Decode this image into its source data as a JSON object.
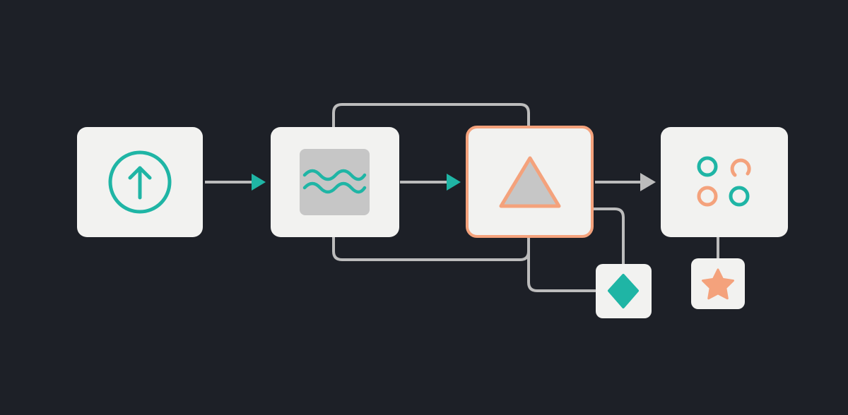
{
  "colors": {
    "background": "#1d2027",
    "card": "#f2f2f0",
    "teal": "#1fb5a5",
    "orange": "#f4a27c",
    "connector": "#bcbcbc",
    "gray_fill": "#c6c6c6"
  },
  "nodes": [
    {
      "id": "upload-node",
      "icon": "arrow-up-circle-icon",
      "accent": "teal"
    },
    {
      "id": "wave-node",
      "icon": "waves-icon",
      "accent": "teal"
    },
    {
      "id": "triangle-node",
      "icon": "triangle-icon",
      "accent": "orange",
      "highlighted": true
    },
    {
      "id": "grid-node",
      "icon": "four-circles-icon",
      "accent": "teal-orange"
    },
    {
      "id": "diamond-node",
      "icon": "diamond-icon",
      "accent": "teal"
    },
    {
      "id": "star-node",
      "icon": "star-icon",
      "accent": "orange"
    }
  ],
  "edges": [
    {
      "from": "upload-node",
      "to": "wave-node",
      "arrow": "teal"
    },
    {
      "from": "wave-node",
      "to": "triangle-node",
      "arrow": "teal"
    },
    {
      "from": "triangle-node",
      "to": "grid-node",
      "arrow": "gray"
    },
    {
      "from": "wave-node",
      "to": "triangle-node",
      "route": "loop-top"
    },
    {
      "from": "wave-node",
      "to": "triangle-node",
      "route": "loop-bottom"
    },
    {
      "from": "triangle-node",
      "to": "diamond-node",
      "route": "branch"
    },
    {
      "from": "grid-node",
      "to": "star-node",
      "route": "drop"
    }
  ]
}
